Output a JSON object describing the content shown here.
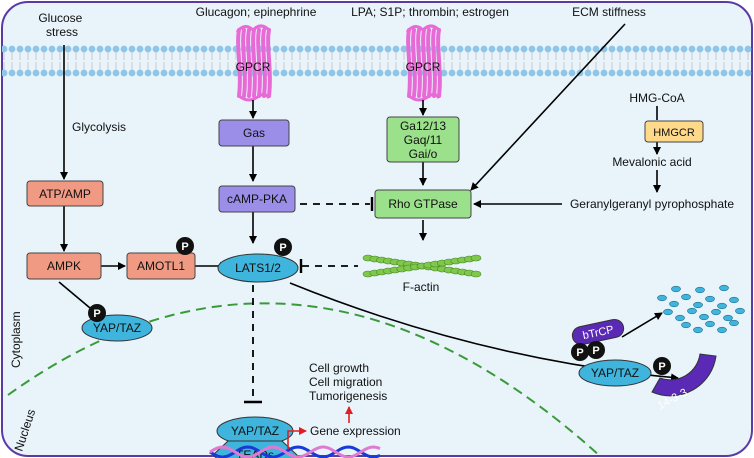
{
  "colors": {
    "cell_fill": "#e8f3fa",
    "cell_border": "#5b3aa6",
    "membrane_head": "#8fc6e8",
    "membrane_tail": "#c9c9c9",
    "gpcr": "#e86ad6",
    "salmon_node": "#f09a84",
    "purple_node": "#9b8ee8",
    "green_node": "#9be08a",
    "hmgcr_node": "#ffd98a",
    "cyan_node": "#3fb4dc",
    "dark_purple": "#5a2ab6",
    "nucleus_line": "#3a9a3a",
    "red_arrow": "#e02020",
    "actin": "#7fc84a",
    "particles": "#3fb4dc"
  },
  "inputs": {
    "glucose": "Glucose\nstress",
    "glucagon": "Glucagon; epinephrine",
    "lpa": "LPA; S1P; thrombin; estrogen",
    "ecm": "ECM stiffness"
  },
  "labels": {
    "glycolysis": "Glycolysis",
    "hmgcoa": "HMG-CoA",
    "mevalonic": "Mevalonic acid",
    "ggpp": "Geranylgeranyl pyrophosphate",
    "factin": "F-actin",
    "cytoplasm": "Cytoplasm",
    "nucleus": "Nucleus",
    "outcomes": [
      "Cell growth",
      "Cell migration",
      "Tumorigenesis"
    ],
    "gene_expression": "Gene expression"
  },
  "nodes": {
    "gpcr1": "GPCR",
    "gpcr2": "GPCR",
    "gas": "Gas",
    "galpha": [
      "Ga12/13",
      "Gaq/11",
      "Gai/o"
    ],
    "camp": "cAMP-PKA",
    "rho": "Rho GTPase",
    "hmgcr": "HMGCR",
    "atpamp": "ATP/AMP",
    "ampk": "AMPK",
    "amotl1": "AMOTL1",
    "lats": "LATS1/2",
    "yaptaz_cyto": "YAP/TAZ",
    "yaptaz_nuc": "YAP/TAZ",
    "teads": "TEADs",
    "yaptaz_right": "YAP/TAZ",
    "btrcp": "bTrCP",
    "p1433": "14-3-3",
    "phospho": "P"
  }
}
